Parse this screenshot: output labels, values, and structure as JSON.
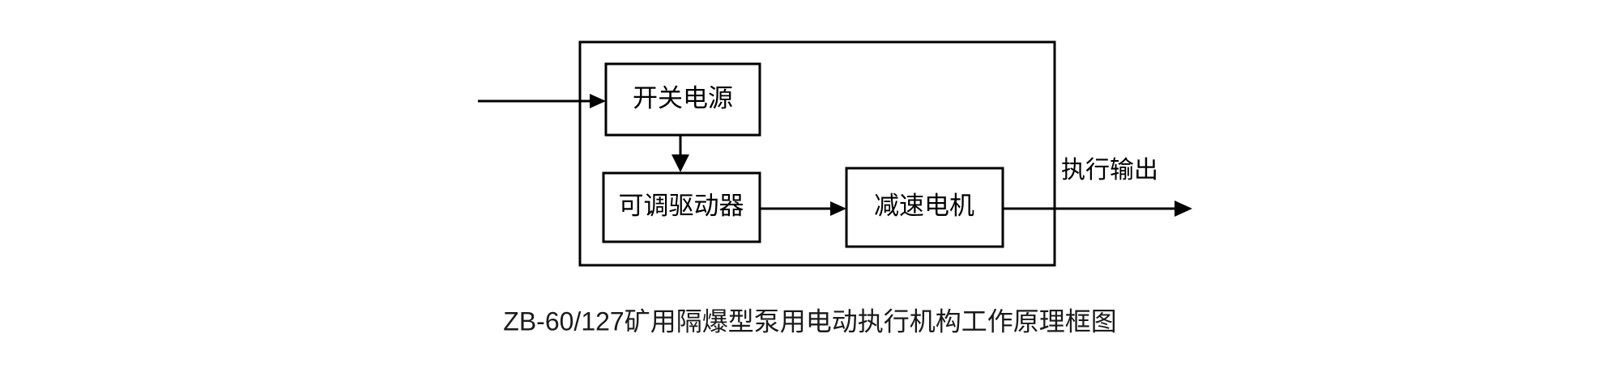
{
  "diagram": {
    "title_caption": "ZB-60/127矿用隔爆型泵用电动执行机构工作原理框图",
    "colors": {
      "stroke": "#000000",
      "background": "#ffffff",
      "text": "#000000"
    },
    "outer_enclosure": {
      "name": "explosion-proof-enclosure",
      "label": ""
    },
    "blocks": [
      {
        "id": "switching-power-supply",
        "label": "开关电源"
      },
      {
        "id": "adjustable-driver",
        "label": "可调驱动器"
      },
      {
        "id": "gear-motor",
        "label": "减速电机"
      }
    ],
    "connectors": [
      {
        "id": "power-input",
        "label": "",
        "from": "external",
        "to": "switching-power-supply"
      },
      {
        "id": "supply-to-driver",
        "label": "",
        "from": "switching-power-supply",
        "to": "adjustable-driver"
      },
      {
        "id": "driver-to-motor",
        "label": "",
        "from": "adjustable-driver",
        "to": "gear-motor"
      },
      {
        "id": "actuator-output",
        "label": "执行输出",
        "from": "gear-motor",
        "to": "external"
      }
    ],
    "output_label": "执行输出"
  }
}
